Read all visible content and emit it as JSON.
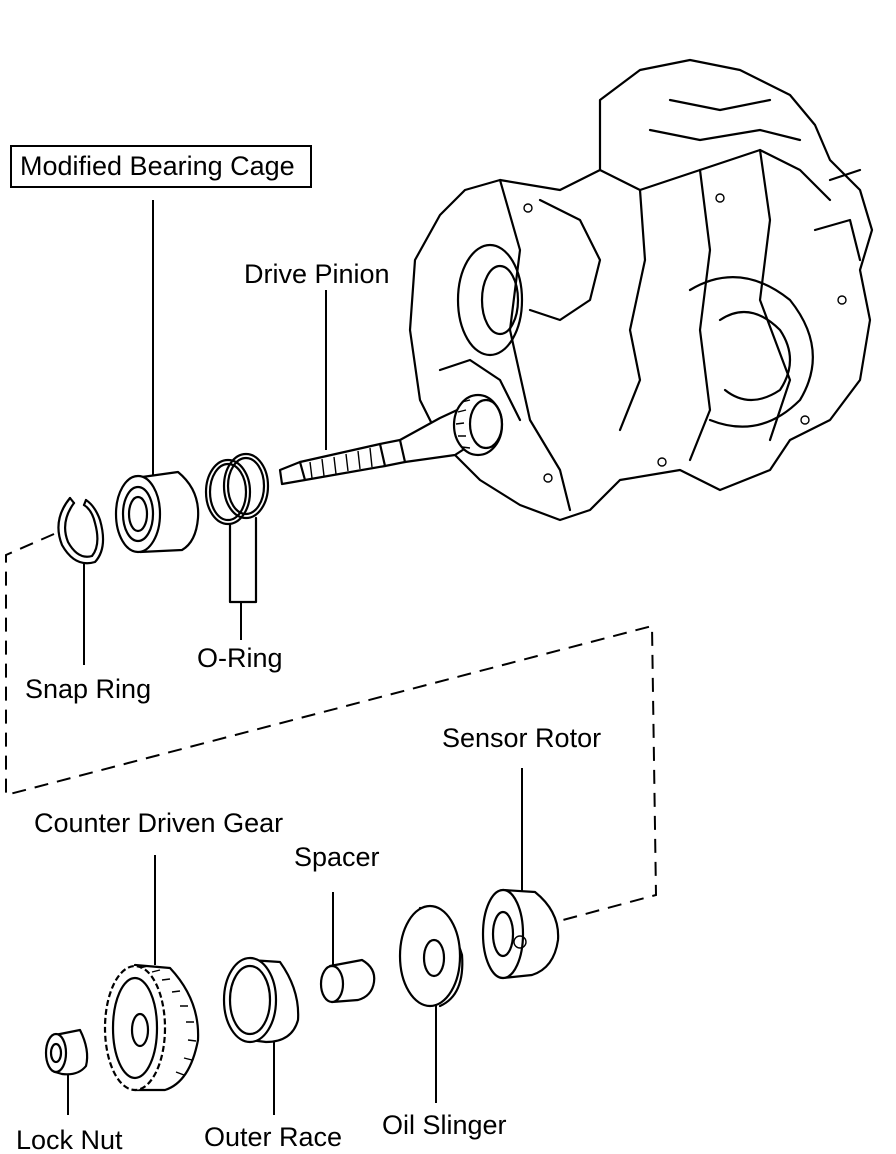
{
  "labels": {
    "modified_bearing_cage": "Modified Bearing Cage",
    "drive_pinion": "Drive Pinion",
    "snap_ring": "Snap Ring",
    "o_ring": "O-Ring",
    "sensor_rotor": "Sensor Rotor",
    "counter_driven_gear": "Counter Driven Gear",
    "spacer": "Spacer",
    "lock_nut": "Lock Nut",
    "outer_race": "Outer Race",
    "oil_slinger": "Oil Slinger"
  }
}
